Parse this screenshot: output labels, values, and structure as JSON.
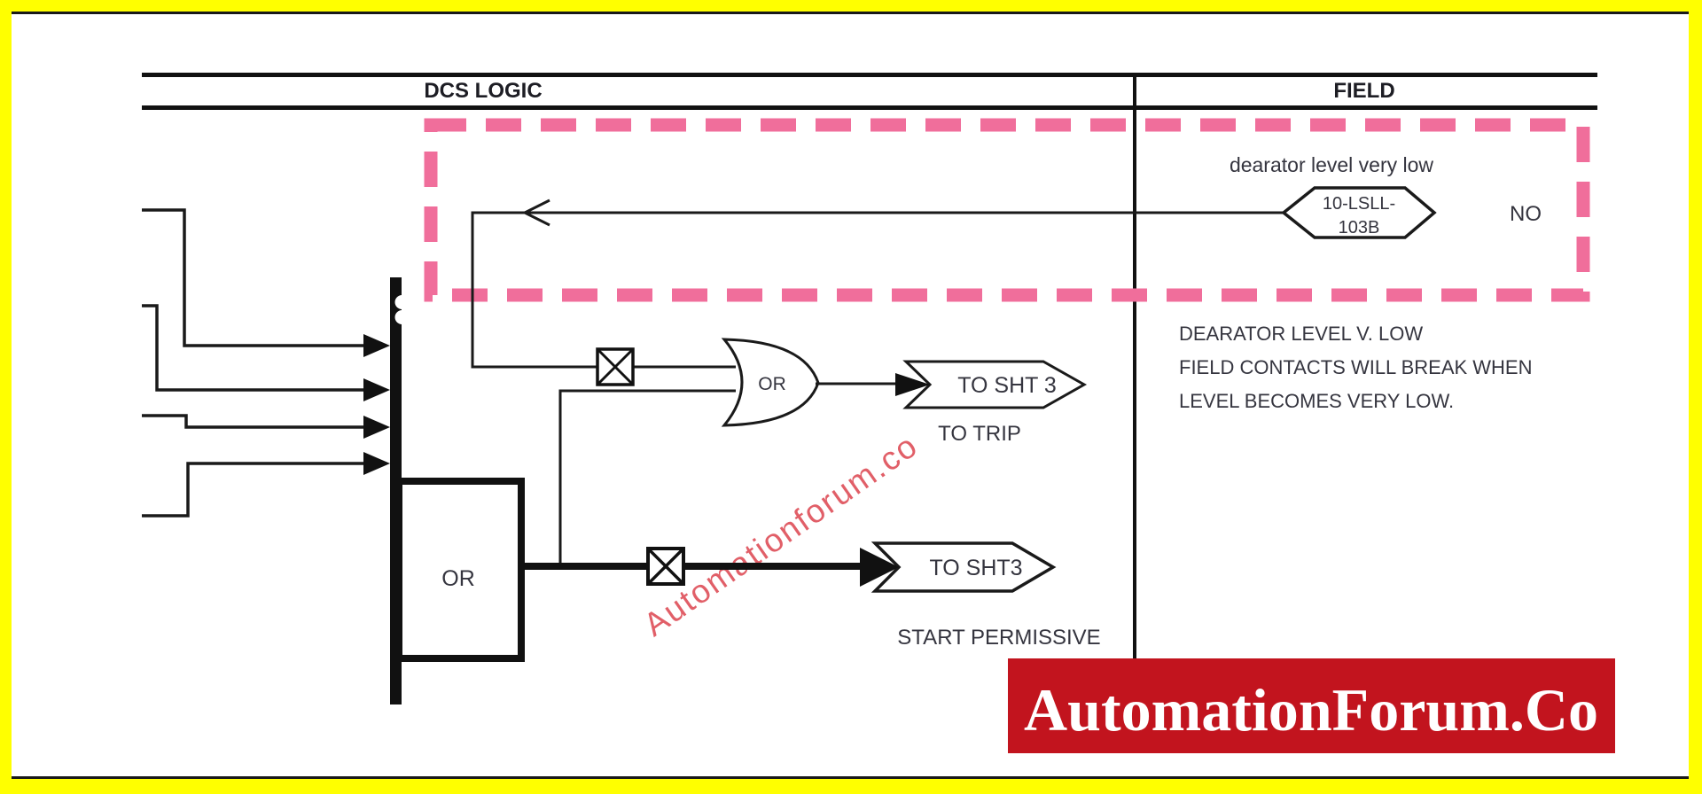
{
  "colors": {
    "frame_yellow": "#ffff00",
    "page_white": "#ffffff",
    "ink": "#151515",
    "text": "#35353f",
    "highlight_pink": "#f06e9b",
    "banner_bg": "#c2141e",
    "banner_fg": "#ffffff",
    "watermark_red": "#e15f68"
  },
  "header": {
    "left_title": "DCS LOGIC",
    "right_title": "FIELD"
  },
  "field": {
    "signal_label": "dearator level very low",
    "tag_line1": "10-LSLL-",
    "tag_line2": "103B",
    "contact_state": "NO",
    "note_line1": "DEARATOR LEVEL V. LOW",
    "note_line2": "FIELD CONTACTS WILL BREAK WHEN",
    "note_line3": "LEVEL BECOMES VERY LOW."
  },
  "logic": {
    "or_gate_label": "OR",
    "or_block_label": "OR"
  },
  "outputs": {
    "trip_flag": "TO SHT 3",
    "trip_caption": "TO TRIP",
    "permissive_flag": "TO SHT3",
    "permissive_caption": "START PERMISSIVE"
  },
  "watermark": {
    "text": "Automationforum.co"
  },
  "banner": {
    "text": "AutomationForum.Co"
  }
}
